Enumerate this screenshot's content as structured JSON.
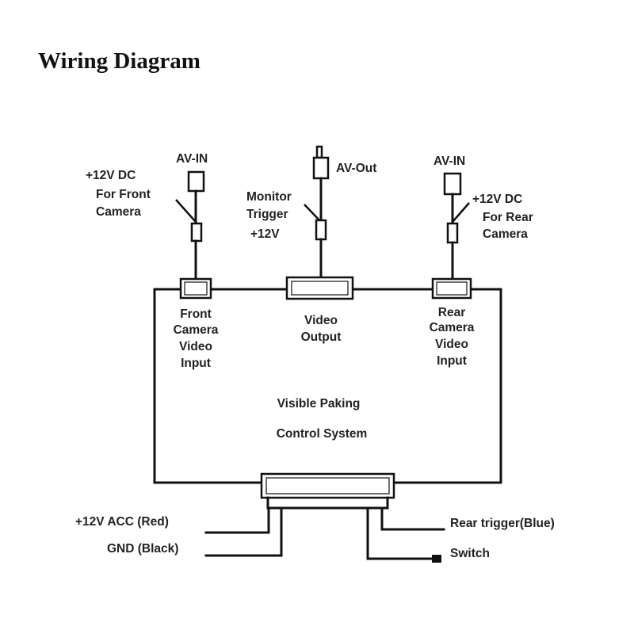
{
  "title": "Wiring Diagram",
  "front": {
    "av_in": "AV-IN",
    "power": [
      "+12V DC",
      "For Front",
      "Camera"
    ],
    "input": [
      "Front",
      "Camera",
      "Video",
      "Input"
    ]
  },
  "monitor": {
    "av_out": "AV-Out",
    "trigger": [
      "Monitor",
      "Trigger",
      "+12V"
    ],
    "output": [
      "Video",
      "Output"
    ]
  },
  "rear": {
    "av_in": "AV-IN",
    "power": [
      "+12V DC",
      "For Rear",
      "Camera"
    ],
    "input": [
      "Rear",
      "Camera",
      "Video",
      "Input"
    ]
  },
  "system": [
    "Visible Paking",
    "Control System"
  ],
  "bottom_wires": {
    "acc": "+12V ACC (Red)",
    "gnd": "GND  (Black)",
    "rear_trigger": "Rear trigger(Blue)",
    "switch": "Switch"
  }
}
